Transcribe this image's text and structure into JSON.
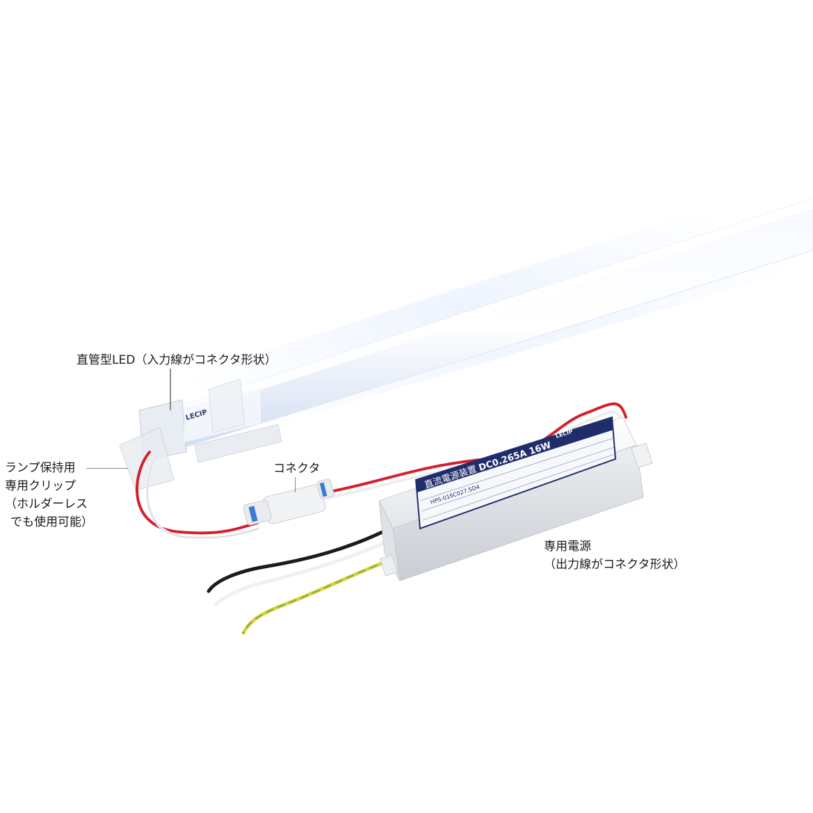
{
  "colors": {
    "background": "#ffffff",
    "tube_glow": "#e9f1ff",
    "wire_red": "#d3202c",
    "wire_black": "#1b1b1b",
    "wire_yellow": "#d9d23a",
    "label_navy": "#1f2e6b"
  },
  "labels": {
    "led_tube": "直管型LED（入力線がコネクタ形状）",
    "clip_lines": [
      "ランプ保持用",
      "専用クリップ",
      "（ホルダーレス",
      "でも使用可能）"
    ],
    "connector": "コネクタ",
    "power_lines": [
      "専用電源",
      "（出力線がコネクタ形状）"
    ]
  },
  "product_text": {
    "brand": "LECIP",
    "supply_title": "直流電源装置",
    "supply_rating": "DC0.265A 16W",
    "supply_model": "HPS-016C027.5D4"
  },
  "icons": {
    "led_tube": "led-tube-illustration",
    "clip": "holder-clip-illustration",
    "connector": "connector-illustration",
    "power_supply": "power-supply-illustration"
  }
}
